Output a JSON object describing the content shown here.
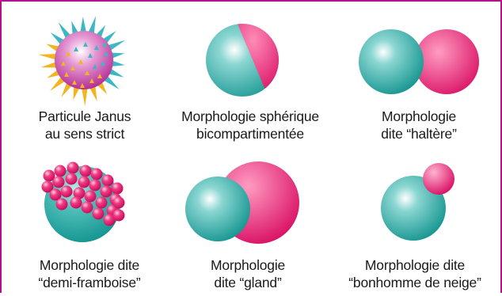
{
  "colors": {
    "teal": "#18a7a3",
    "magenta": "#e8136e",
    "spike_teal": "#3bb8c4",
    "spike_yellow": "#f2b51e",
    "border": "#b3128c"
  },
  "items": [
    {
      "id": "janus",
      "shape": "janus-strict",
      "line1": "Particule Janus",
      "line2": "au sens strict"
    },
    {
      "id": "spherical",
      "shape": "spherical-bicompartmented",
      "line1": "Morphologie sphérique",
      "line2": "bicompartimentée"
    },
    {
      "id": "dumbbell",
      "shape": "dumbbell",
      "line1": "Morphologie",
      "line2": "dite “haltère”"
    },
    {
      "id": "raspberry",
      "shape": "half-raspberry",
      "line1": "Morphologie dite",
      "line2": "“demi-framboise”"
    },
    {
      "id": "acorn",
      "shape": "acorn",
      "line1": "Morphologie",
      "line2": "dite “gland”"
    },
    {
      "id": "snowman",
      "shape": "snowman",
      "line1": "Morphologie dite",
      "line2": "“bonhomme de neige”"
    }
  ]
}
